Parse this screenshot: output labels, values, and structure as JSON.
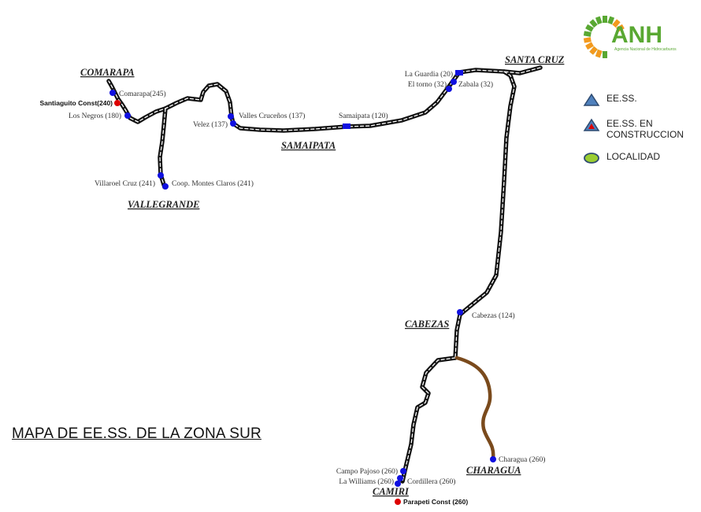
{
  "title": "MAPA DE EE.SS. DE LA ZONA SUR",
  "logo": {
    "text": "ANH",
    "subtitle": "Agencia Nacional de Hidrocarburos"
  },
  "legend": [
    {
      "label": "EE.SS.",
      "symbol": "blue-triangle"
    },
    {
      "label": "EE.SS. EN CONSTRUCCION",
      "symbol": "red-triangle"
    },
    {
      "label": "LOCALIDAD",
      "symbol": "green-ellipse"
    }
  ],
  "localities": [
    {
      "id": "comarapa",
      "name": "COMARAPA"
    },
    {
      "id": "vallegrande",
      "name": "VALLEGRANDE"
    },
    {
      "id": "samaipata",
      "name": "SAMAIPATA"
    },
    {
      "id": "santa-cruz",
      "name": "SANTA CRUZ"
    },
    {
      "id": "cabezas",
      "name": "CABEZAS"
    },
    {
      "id": "camiri",
      "name": "CAMIRI"
    },
    {
      "id": "charagua",
      "name": "CHARAGUA"
    }
  ],
  "stations": [
    {
      "id": "comarapa",
      "label": "Comarapa(245)",
      "status": "operating"
    },
    {
      "id": "santiaguito",
      "label": "Santiaguito Const(240)",
      "status": "construction"
    },
    {
      "id": "los-negros",
      "label": "Los Negros (180)",
      "status": "operating"
    },
    {
      "id": "villaroel-cruz",
      "label": "Villaroel Cruz (241)",
      "status": "operating"
    },
    {
      "id": "montes-claros",
      "label": "Coop. Montes Claros (241)",
      "status": "operating"
    },
    {
      "id": "valles-crucenos",
      "label": "Valles Cruceños (137)",
      "status": "operating"
    },
    {
      "id": "velez",
      "label": "Velez (137)",
      "status": "operating"
    },
    {
      "id": "samaipata",
      "label": "Samaipata (120)",
      "status": "operating"
    },
    {
      "id": "la-guardia",
      "label": "La Guardia (20)",
      "status": "operating"
    },
    {
      "id": "el-torno",
      "label": "El torno (32)",
      "status": "operating"
    },
    {
      "id": "zabala",
      "label": "Zabala (32)",
      "status": "operating"
    },
    {
      "id": "cabezas",
      "label": "Cabezas (124)",
      "status": "operating"
    },
    {
      "id": "charagua",
      "label": "Charagua (260)",
      "status": "operating"
    },
    {
      "id": "campo-pajoso",
      "label": "Campo Pajoso (260)",
      "status": "operating"
    },
    {
      "id": "la-williams",
      "label": "La Williams (260)",
      "status": "operating"
    },
    {
      "id": "cordillera",
      "label": "Cordillera (260)",
      "status": "operating"
    },
    {
      "id": "parapeti",
      "label": "Parapeti Const (260)",
      "status": "construction"
    }
  ],
  "colors": {
    "road": "#111111",
    "road_dash": "#ffffff",
    "road_unpaved": "#7a4a1c",
    "station": "#1010e0",
    "station_construction": "#dd0000",
    "logo_green": "#59a832",
    "logo_orange": "#f39a1e",
    "legend_triangle_blue": "#4f81bd",
    "legend_ellipse_green": "#9acd32"
  }
}
